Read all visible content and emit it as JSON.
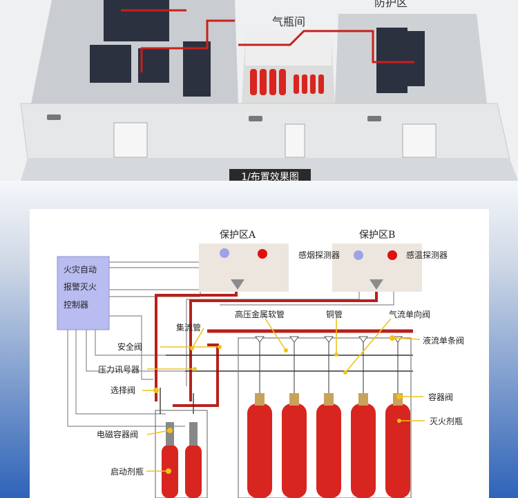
{
  "top_section": {
    "room_center": "气瓶间",
    "room_right": "防护区",
    "caption": "1/布置效果图"
  },
  "diagram": {
    "controller_lines": [
      "火灾自动",
      "报警灭火",
      "控制器"
    ],
    "zone_a": "保护区A",
    "zone_b": "保护区B",
    "smoke_detector": "感烟探测器",
    "heat_detector": "感温探测器",
    "labels": {
      "manifold": "集流管",
      "hose": "高压金属软管",
      "copper_pipe": "铜管",
      "check_valve_gas": "气流单向阀",
      "check_valve_liquid": "液流单条阀",
      "safety_valve": "安全阀",
      "pressure_switch": "压力讯号器",
      "selector_valve": "选择阀",
      "container_valve": "容器阀",
      "agent_cylinder": "灭火剂瓶",
      "solenoid_valve": "电磁容器阀",
      "starter_cylinder": "启动剂瓶"
    }
  },
  "colors": {
    "pipe_red": "#b8201c",
    "cylinder_red": "#d8251f",
    "detector_blue": "#9fa3e6",
    "detector_red": "#e01010",
    "controller_fill": "#b9bcf0",
    "gray_line": "#8a8a8a",
    "yellow_line": "#f1c21b"
  }
}
